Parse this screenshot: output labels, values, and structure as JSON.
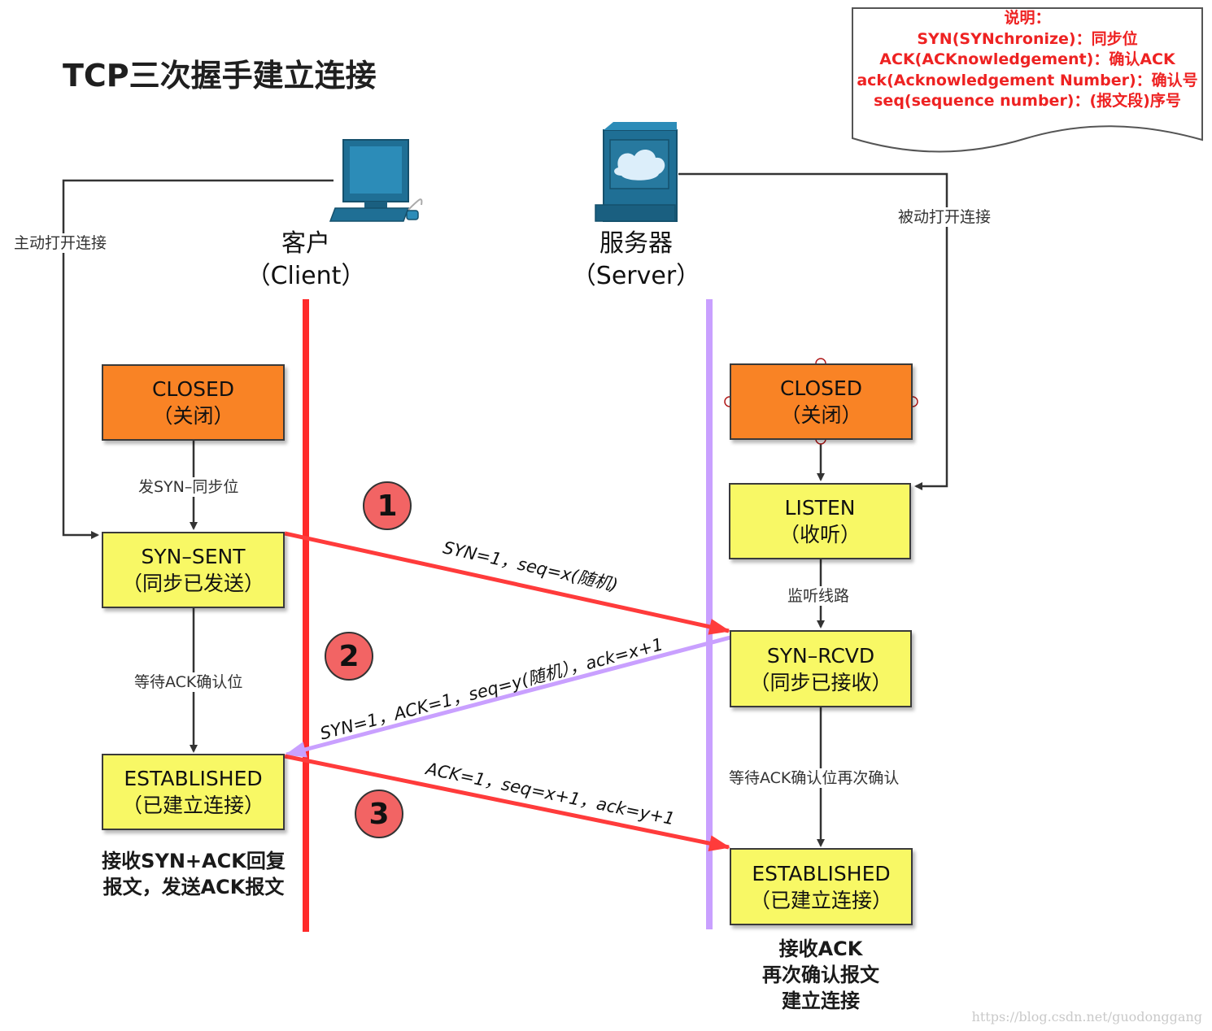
{
  "title": "TCP三次握手建立连接",
  "legend": {
    "heading": "说明：",
    "lines": [
      "SYN(SYNchronize)：同步位",
      "ACK(ACKnowledgement)：确认ACK",
      "ack(Acknowledgement Number)：确认号",
      "seq(sequence number)：(报文段)序号"
    ]
  },
  "client": {
    "name": "客户",
    "name_en": "（Client）",
    "icon": "computer-icon"
  },
  "server": {
    "name": "服务器",
    "name_en": "（Server）",
    "icon": "server-icon"
  },
  "labels": {
    "active_open": "主动打开连接",
    "passive_open": "被动打开连接",
    "send_syn": "发SYN–同步位",
    "wait_ack": "等待ACK确认位",
    "listen_line": "监听线路",
    "wait_ack_again": "等待ACK确认位再次确认"
  },
  "client_states": [
    {
      "name": "CLOSED",
      "desc": "（关闭）"
    },
    {
      "name": "SYN–SENT",
      "desc": "（同步已发送）"
    },
    {
      "name": "ESTABLISHED",
      "desc": "（已建立连接）"
    }
  ],
  "server_states": [
    {
      "name": "CLOSED",
      "desc": "（关闭）"
    },
    {
      "name": "LISTEN",
      "desc": "（收听）"
    },
    {
      "name": "SYN–RCVD",
      "desc": "（同步已接收）"
    },
    {
      "name": "ESTABLISHED",
      "desc": "（已建立连接）"
    }
  ],
  "steps": [
    {
      "number": "1",
      "message": "SYN=1，seq=x(随机)"
    },
    {
      "number": "2",
      "message": "SYN=1，ACK=1，seq=y(随机），ack=x+1"
    },
    {
      "number": "3",
      "message": "ACK=1，seq=x+1，ack=y+1"
    }
  ],
  "notes": {
    "client_line1": "接收SYN+ACK回复",
    "client_line2": "报文，发送ACK报文",
    "server_line1": "接收ACK",
    "server_line2": "再次确认报文",
    "server_line3": "建立连接"
  },
  "colors": {
    "client_timeline": "#ff2a2a",
    "server_timeline": "#c9a0ff",
    "closed_box": "#f98325",
    "state_box": "#f8f865",
    "step_circle": "#f26464",
    "legend_text": "#ee2222",
    "arrow_red": "#ff3b3b",
    "arrow_purple": "#c9a0ff"
  },
  "watermark": "https://blog.csdn.net/guodonggang"
}
